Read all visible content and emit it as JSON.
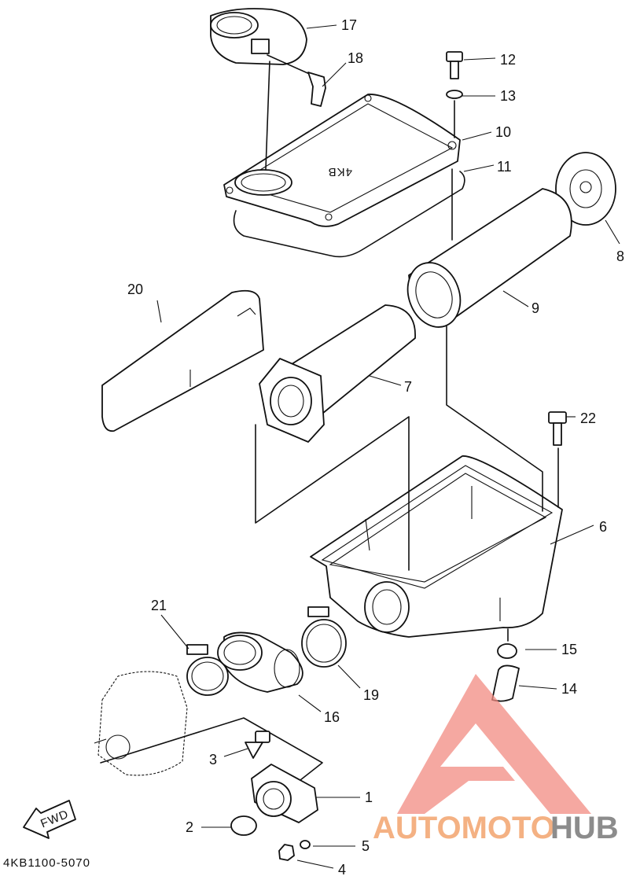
{
  "diagram": {
    "part_code": "4KB1100-5070",
    "fwd_label": "FWD",
    "cover_stamp": "4KB",
    "callouts": [
      "1",
      "2",
      "3",
      "4",
      "5",
      "6",
      "7",
      "8",
      "9",
      "10",
      "11",
      "12",
      "13",
      "14",
      "15",
      "16",
      "17",
      "18",
      "19",
      "20",
      "21",
      "22"
    ]
  },
  "watermark": {
    "text_a": "AUTOMOTO",
    "text_b": "HUB",
    "logo_color": "#f28b82",
    "text_a_color": "#f4b183",
    "text_b_color": "#8c8c8c",
    "logo_icon": "triangle-logo-icon"
  }
}
